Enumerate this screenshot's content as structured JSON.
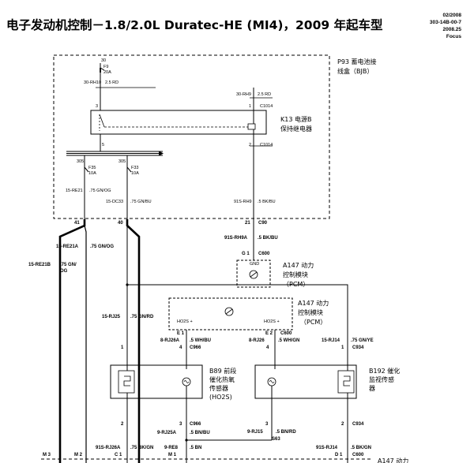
{
  "header": {
    "title": "电子发动机控制－1.8/2.0L Duratec-HE (MI4)，2009 年起车型",
    "date": "02/2008",
    "doc_no": "303-14B-00-7",
    "revision": "2008.25",
    "model": "Focus"
  },
  "components": {
    "bjb_name": "P93 蓄电池接",
    "bjb_name_2": "线盒（BJB）",
    "k13_name": "K13 电源B",
    "k13_name_2": "保持继电器",
    "pcm_a_name": "A147 动力",
    "pcm_a_name_2": "控制模块",
    "pcm_a_name_3": "（PCM）",
    "pcm_b_name": "A147 动力",
    "pcm_b_name_2": "控制模块",
    "pcm_b_name_3": "（PCM）",
    "b89_name": "B89 前段",
    "b89_name_2": "催化热氧",
    "b89_name_3": "传感器",
    "b89_name_4": "(HO2S)",
    "b192_name": "B192 催化",
    "b192_name_2": "监视传感",
    "b192_name_3": "器",
    "pcm_c_name": "A147 动力",
    "pcm_b_label_left": "HO2S +",
    "pcm_b_label_right": "HO2S +",
    "gnd_label": "GND"
  },
  "fuses": {
    "f9_name": "F9",
    "f9_rating": "20A",
    "f35_name": "F35",
    "f35_rating": "10A",
    "f33_name": "F33",
    "f33_rating": "10A"
  },
  "pins": {
    "p30": "30",
    "p3": "3",
    "p1": "1",
    "p5": "5",
    "p2": "2",
    "p305a": "305",
    "p305b": "305",
    "p41": "41",
    "p40": "40",
    "p21": "21",
    "pg1": "G 1",
    "pe1": "E 1",
    "p4a": "4",
    "p1a": "1",
    "pe2": "E 2",
    "p4b": "4",
    "p1b": "1",
    "p2a": "2",
    "p3a": "3",
    "p3b": "3",
    "p2b": "2",
    "pm1": "M 1",
    "pc1": "C 1",
    "pd1": "D 1",
    "pm3": "M 3",
    "pm2": "M 2"
  },
  "connectors": {
    "c1014a": "C1014",
    "c1014b": "C1014",
    "c90": "C90",
    "c600a": "C600",
    "c600b": "C600",
    "c600c": "C600",
    "c966a": "C966",
    "c966b": "C966",
    "c934a": "C934",
    "c934b": "C934",
    "s63": "S63"
  },
  "wires": {
    "w30rh10": "30-RH10",
    "w30rh10g": "2.5 RD",
    "w30rh9": "30-RH9",
    "w30rh9g": "2.5 RD",
    "w15re21": "15-RE21",
    "w15re21g": ".75 GN/OG",
    "w15dc33": "15-DC33",
    "w15dc33g": ".75 GN/BU",
    "w91srh9": "91S-RH9",
    "w91srh9g": ".5 BK/BU",
    "w91srh9a": "91S-RH9A",
    "w91srh9ag": ".5 BK/BU",
    "w15re21a": "15-RE21A",
    "w15re21ag": ".75 GN/OG",
    "w15re21b": "15-RE21B",
    "w15re21bg": ".75 GN/",
    "w15re21bg2": "OG",
    "w15rj25": "15-RJ25",
    "w15rj25g": ".75 GN/RD",
    "w8rj26a": "8-RJ26A",
    "w8rj26ag": ".5 WH/BU",
    "w8rj26": "8-RJ26",
    "w8rj26g": ".5 WH/GN",
    "w15rj14": "15-RJ14",
    "w15rj14g": ".75 GN/YE",
    "w9rj25a": "9-RJ25A",
    "w9rj25ag": ".5 BN/BU",
    "w9rj15": "9-RJ15",
    "w9rj15g": ".5 BN/RD",
    "w91srj26a": "91S-RJ26A",
    "w91srj26ag": ".75 BK/GN",
    "w9re8": "9-RE8",
    "w9re8g": ".5 BN",
    "w91srj14": "91S-RJ14",
    "w91srj14g": ".5 BK/GN"
  }
}
